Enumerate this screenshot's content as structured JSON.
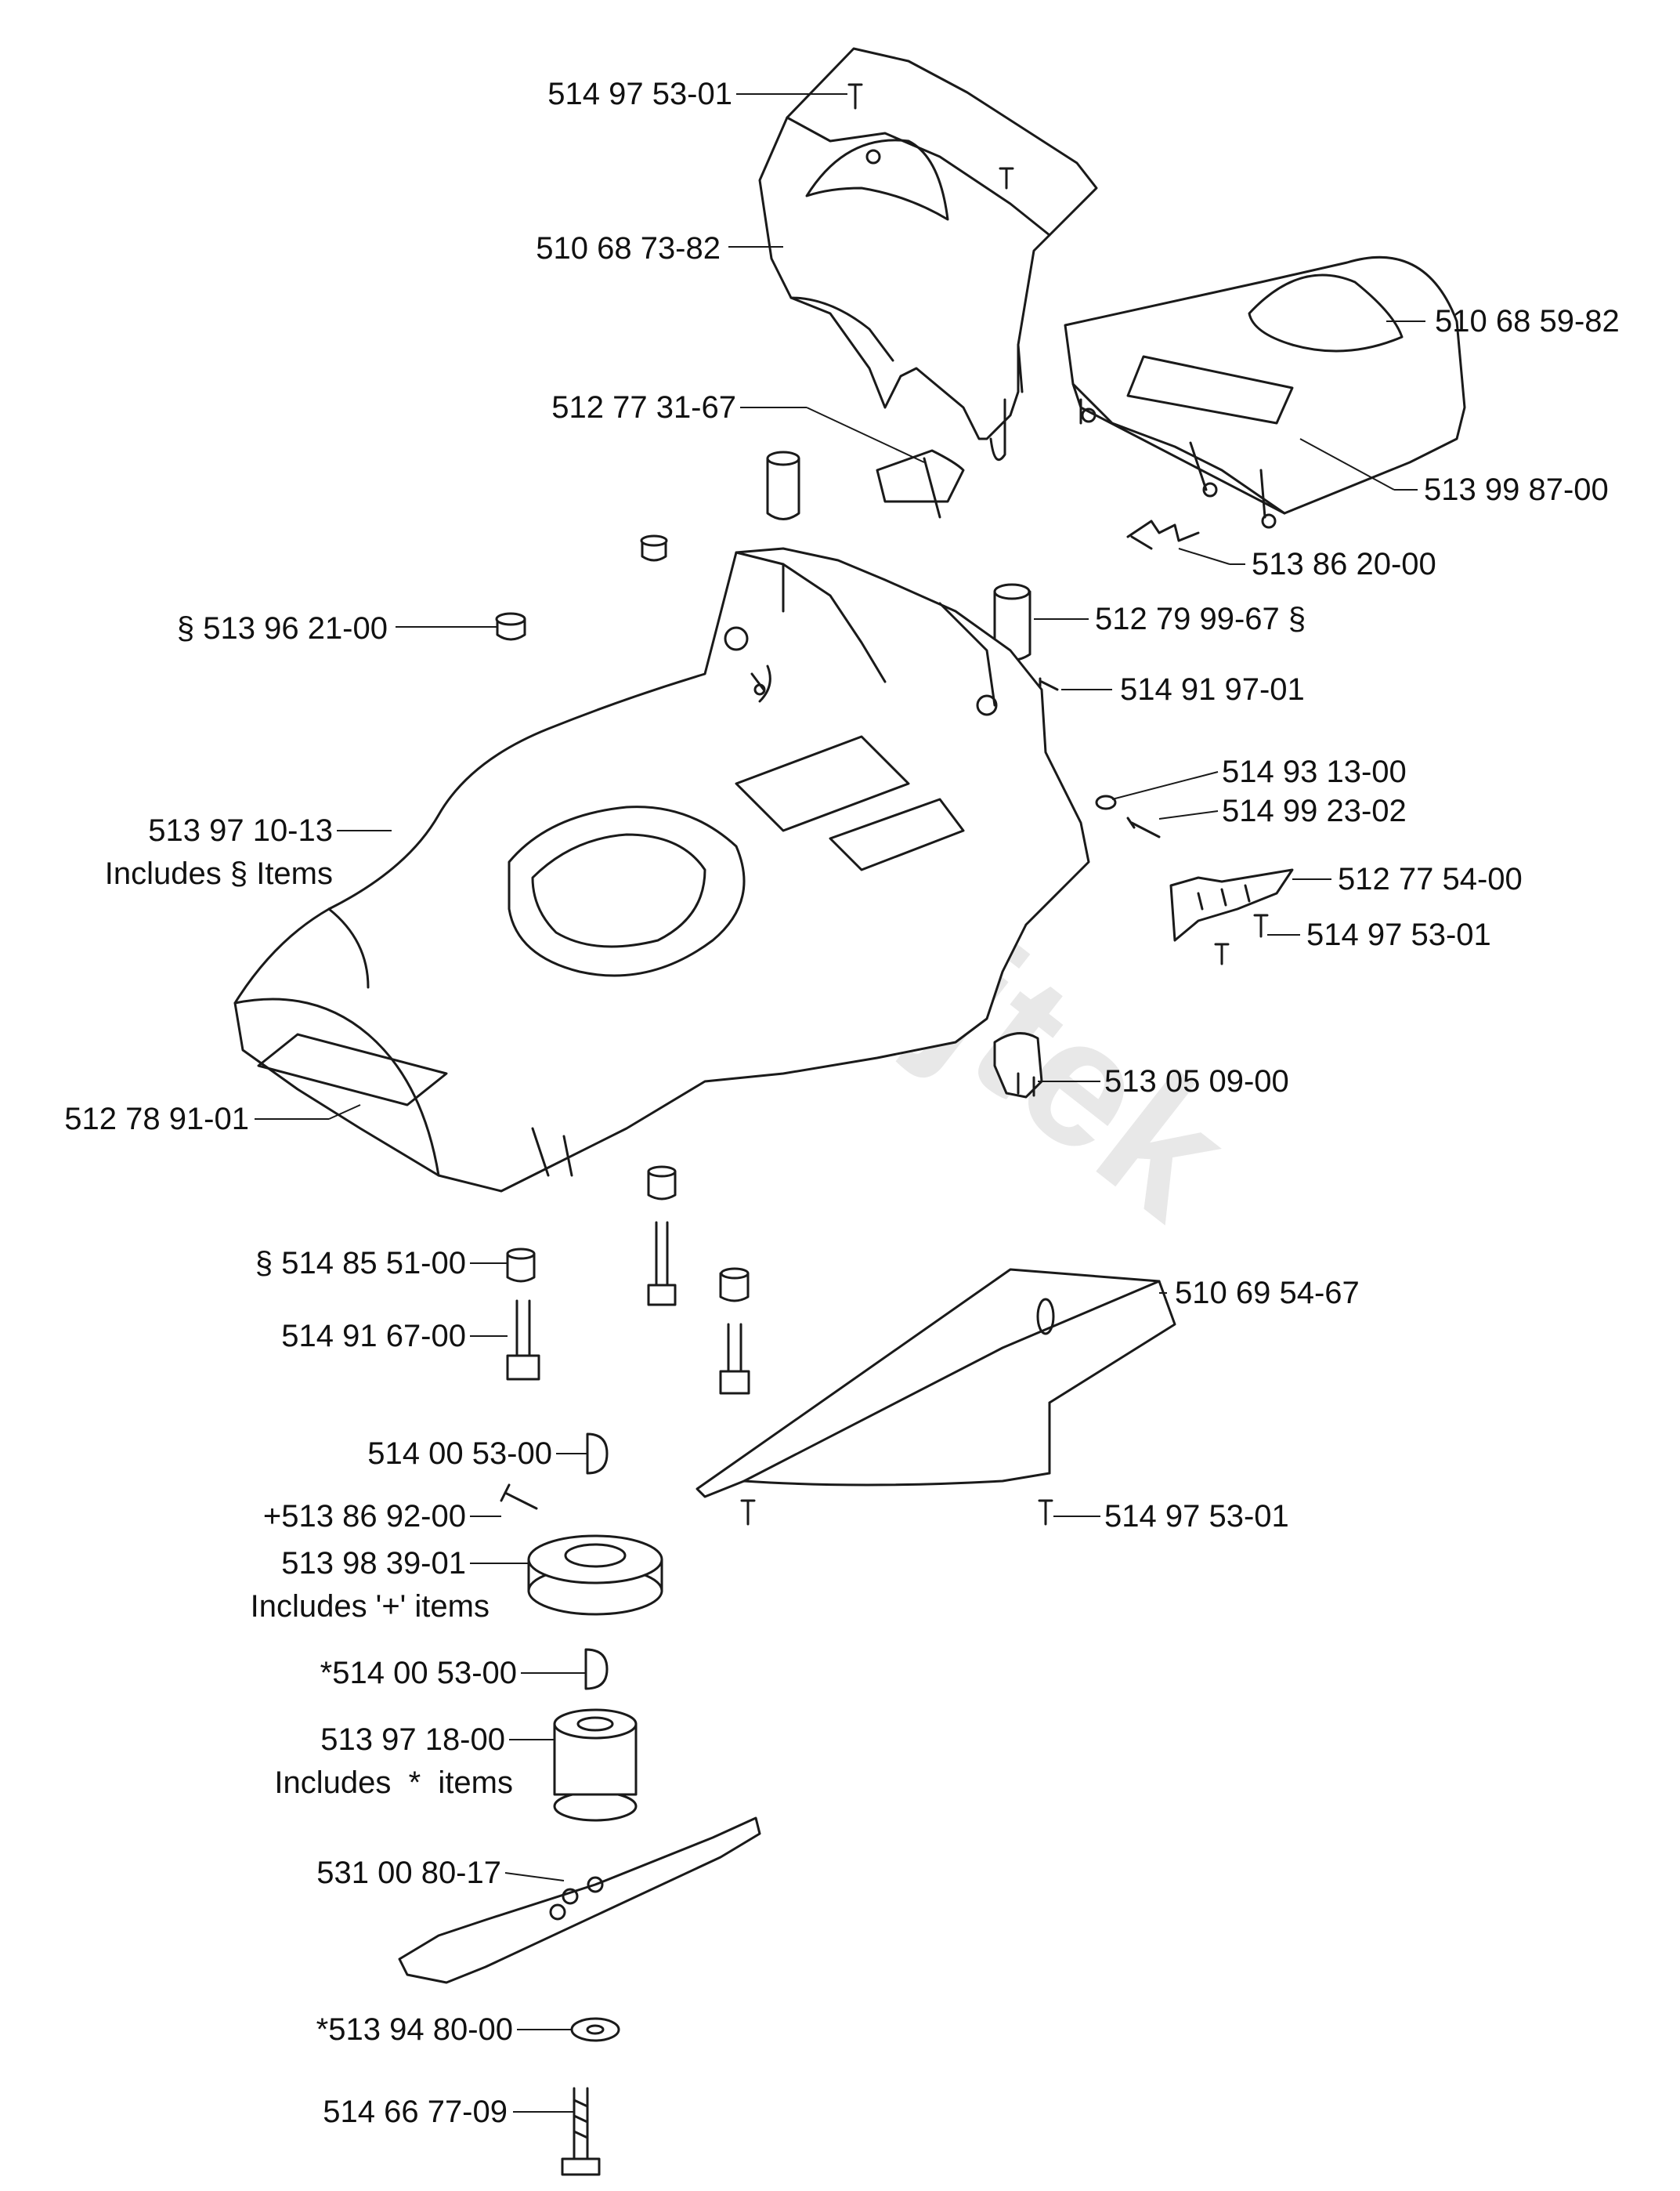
{
  "watermark": "Swejtek",
  "labels": {
    "l1": "514 97 53-01",
    "l2": "510 68 73-82",
    "l3": "510 68 59-82",
    "l4": "512 77 31-67",
    "l5": "513 99 87-00",
    "l6": "513 86 20-00",
    "l7": "§ 513 96 21-00",
    "l8": "512 79 99-67 §",
    "l9": "514 91 97-01",
    "l10": "514 93 13-00",
    "l11": "514 99 23-02",
    "l12a": "513 97 10-13",
    "l12b": "Includes § Items",
    "l13": "512 77 54-00",
    "l14": "514 97 53-01",
    "l15": "512 78 91-01",
    "l16": "513 05 09-00",
    "l17": "§ 514 85 51-00",
    "l18": "510 69 54-67",
    "l19": "514 91 67-00",
    "l20": "514 00 53-00",
    "l21": "+513 86 92-00",
    "l22": "514 97 53-01",
    "l23a": "513 98 39-01",
    "l23b": "Includes '+' items",
    "l24": "*514 00 53-00",
    "l25a": "513 97 18-00",
    "l25b": "Includes  *  items",
    "l26": "531 00 80-17",
    "l27": "*513 94 80-00",
    "l28": "514 66 77-09"
  }
}
